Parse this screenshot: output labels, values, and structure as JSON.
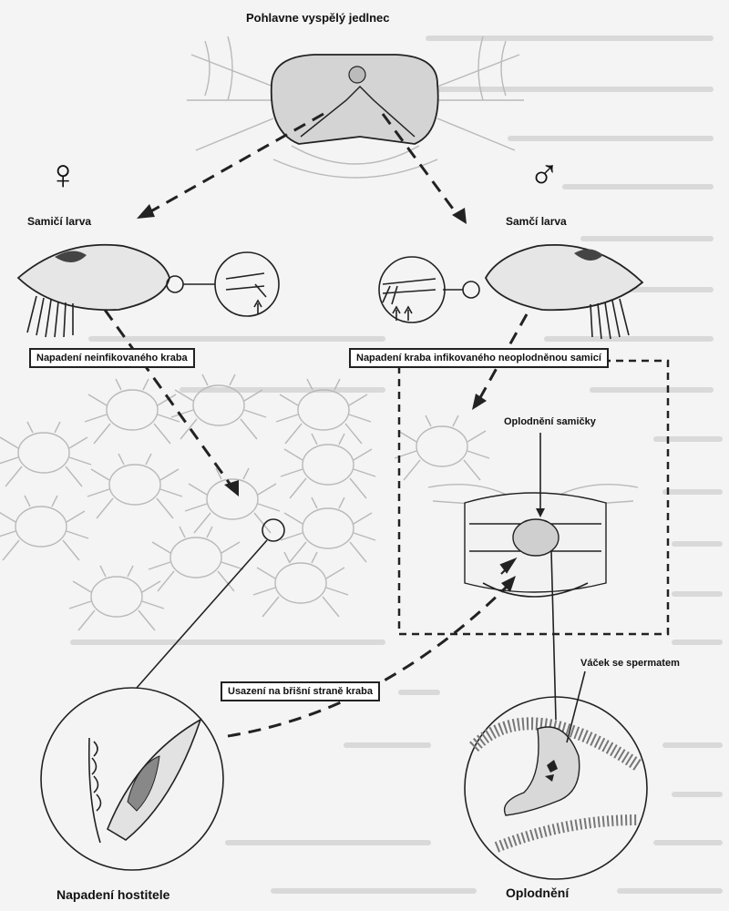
{
  "labels": {
    "adult": "Pohlavne vyspělý jedlnec",
    "female_larva": "Samičí larva",
    "male_larva": "Samčí larva",
    "attack_uninfected": "Napadení neinfikovaného kraba",
    "attack_infected": "Napadení kraba infikovaného neoplodněnou samicí",
    "fertilization_of_female": "Oplodnění samičky",
    "sperm_sac": "Váček se spermatem",
    "settle_abdomen": "Usazení na břišní straně kraba",
    "host_attack": "Napadení hostitele",
    "fertilization": "Oplodnění"
  },
  "symbols": {
    "female": "♀",
    "male": "♂"
  },
  "icons": {
    "adult": "crab-parasite-adult-icon",
    "crab": "crab-icon",
    "larva": "cypris-larva-icon",
    "host_zoom": "host-zoom-circle",
    "fertilization_zoom": "fertilization-zoom-circle"
  }
}
